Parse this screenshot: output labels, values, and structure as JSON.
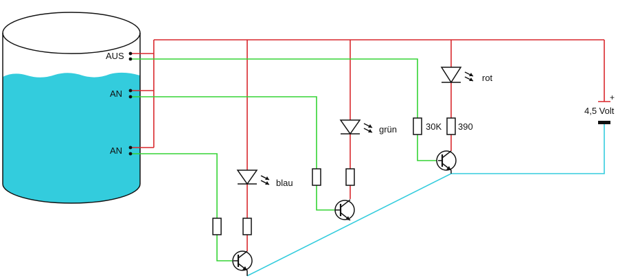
{
  "tank": {
    "sensor_labels": [
      "AUS",
      "AN",
      "AN"
    ],
    "water_color": "#33ccdd"
  },
  "components": {
    "led_labels": [
      "blau",
      "grün",
      "rot"
    ],
    "resistor_labels": [
      "30K",
      "390"
    ]
  },
  "battery": {
    "voltage_label": "4,5 Volt",
    "plus_label": "+"
  },
  "colors": {
    "positive_wire": "#d8262b",
    "sensor_wire": "#33d433",
    "ground_wire": "#33ccdd"
  }
}
